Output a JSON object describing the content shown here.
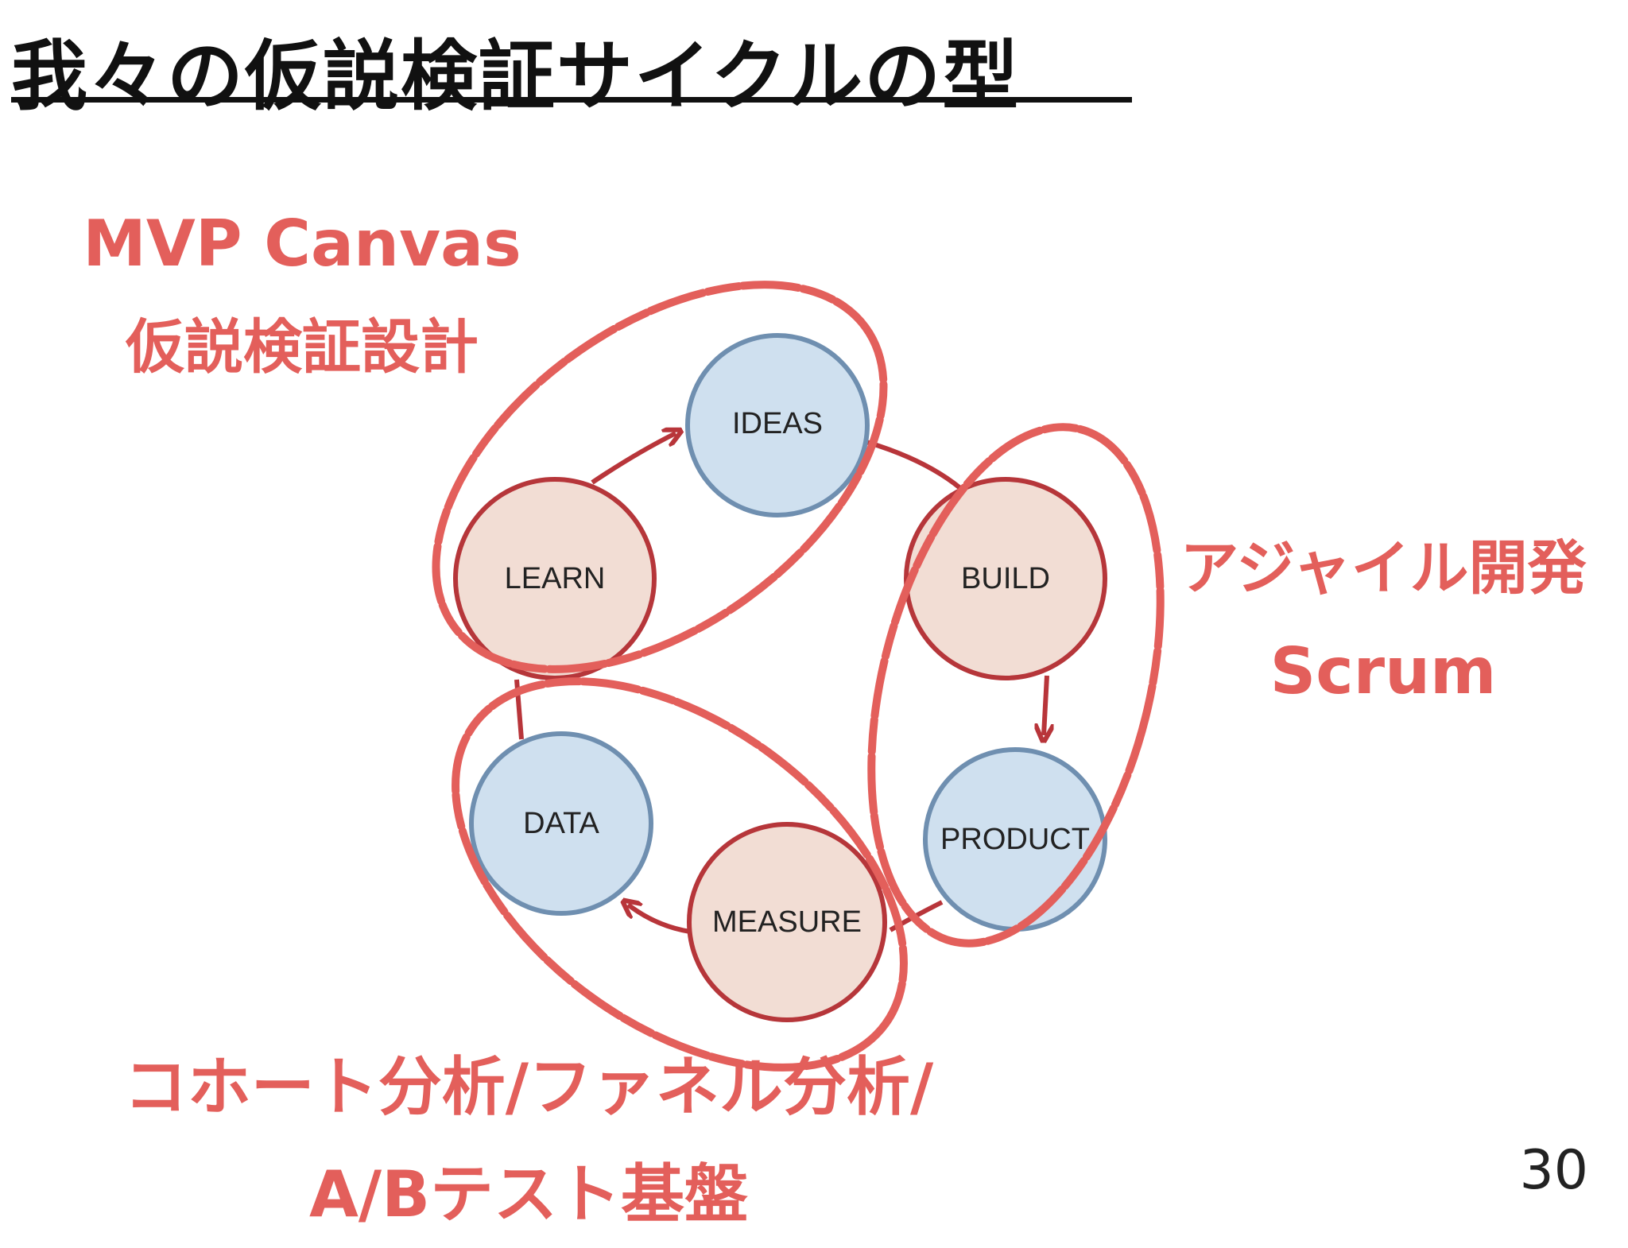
{
  "title": "我々の仮説検証サイクルの型",
  "page_number": "30",
  "colors": {
    "annotation": "#e35f5b",
    "blue_fill": "#cfe0ef",
    "blue_stroke": "#6f8fb0",
    "red_fill": "#f2ddd4",
    "red_stroke": "#b6363a",
    "arrow": "#b8353a"
  },
  "diagram": {
    "nodes": {
      "ideas": "IDEAS",
      "build": "BUILD",
      "product": "PRODUCT",
      "measure": "MEASURE",
      "data": "DATA",
      "learn": "LEARN"
    }
  },
  "annotations": {
    "mvp": {
      "line1": "MVP Canvas",
      "line2": "仮説検証設計"
    },
    "agile": {
      "line1": "アジャイル開発",
      "line2": "Scrum"
    },
    "data": {
      "line1": "コホート分析/ファネル分析/",
      "line2": "A/Bテスト基盤"
    }
  }
}
